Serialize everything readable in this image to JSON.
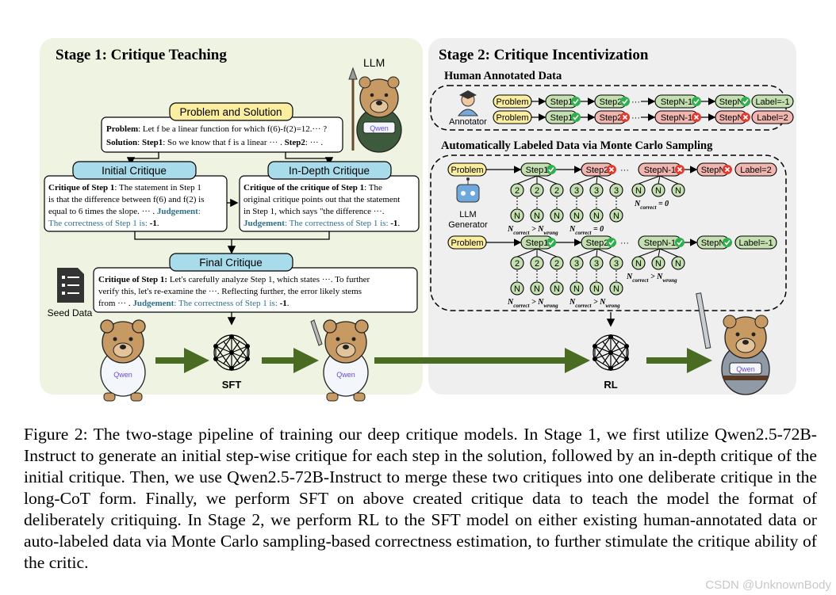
{
  "stage1": {
    "title": "Stage 1: Critique Teaching",
    "llm_label": "LLM",
    "problem_box": {
      "header": "Problem and Solution",
      "problem_key": "Problem",
      "problem_text": ": Let f be a linear function for which f(6)-f(2)=12.··· ?",
      "solution_key": "Solution",
      "step1_key": "Step1",
      "solution_text": ": So we know that f is a linear ··· .",
      "step2_key": "Step2",
      "solution_end": ": ··· ."
    },
    "initial_critique": {
      "header": "Initial Critique",
      "key": "Critique of Step 1",
      "line1": ": The statement in Step 1",
      "line2": "is that the difference between f(6) and f(2) is",
      "line3": "equal to 6 times the slope. ··· .",
      "judgement_key": "Judgement",
      "judgement_text": "The correctness of Step 1 is: ",
      "judgement_value": "-1"
    },
    "indepth_critique": {
      "header": "In-Depth Critique",
      "key": "Critique of the critique of Step 1",
      "line1_end": ": The",
      "line2": "original critique points out that the statement",
      "line3": "in Step 1, which says \"the difference ···.",
      "judgement_key": "Judgement",
      "judgement_text": "The correctness of Step 1 is: ",
      "judgement_value": "-1"
    },
    "final_critique": {
      "header": "Final Critique",
      "key": "Critique of Step 1:",
      "line1": " Let's carefully analyze Step 1, which states ···. To further",
      "line2": "verify this, let's re-examine the ···. Reflecting further, the error likely stems",
      "line3": "from ··· . ",
      "judgement_key": "Judgement",
      "judgement_text": "The correctness of Step 1 is: ",
      "judgement_value": "-1"
    },
    "seed_data_label": "Seed Data",
    "sft_label": "SFT",
    "qwen_label": "Qwen"
  },
  "stage2": {
    "title": "Stage 2: Critique Incentivization",
    "human_title": "Human Annotated Data",
    "annotator_label": "Annotator",
    "auto_title": "Automatically Labeled Data via Monte Carlo Sampling",
    "generator_label_1": "LLM",
    "generator_label_2": "Generator",
    "rl_label": "RL",
    "problem_label": "Problem",
    "step1": "Step1",
    "step2": "Step2",
    "stepn1": "StepN-1",
    "stepn": "StepN",
    "label_neg1": "Label=-1",
    "label_2": "Label=2",
    "dots": "···",
    "n_correct": "N",
    "sub_correct": "correct",
    "sub_wrong": "wrong",
    "gt": " > ",
    "eq0": " = 0"
  },
  "colors": {
    "panel1": "#eef3e2",
    "panel2": "#efefef",
    "yellow": "#fbeea0",
    "blue_header": "#a9dcea",
    "green_step": "#c5e0b0",
    "red_step": "#f2b6b0",
    "arrow_green": "#4a6b22",
    "judgement": "#2f6f8a"
  },
  "caption": "Figure 2: The two-stage pipeline of training our deep critique models. In Stage 1, we first utilize Qwen2.5-72B-Instruct to generate an initial step-wise critique for each step in the solution, followed by an in-depth critique of the initial critique. Then, we use Qwen2.5-72B-Instruct to merge these two critiques into one deliberate critique in the long-CoT form. Finally, we perform SFT on above created critique data to teach the model the format of deliberately critiquing. In Stage 2, we perform RL to the SFT model on either existing human-annotated data or auto-labeled data via Monte Carlo sampling-based correctness estimation, to further stimulate the critique ability of the critic.",
  "watermark": "CSDN @UnknownBody"
}
